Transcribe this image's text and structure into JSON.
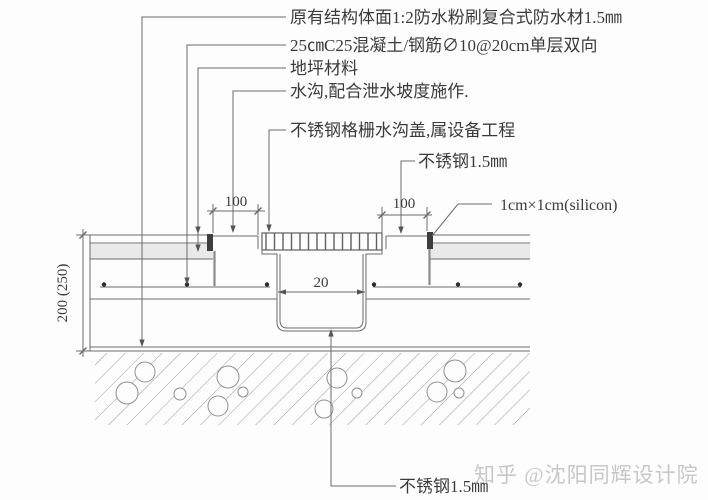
{
  "labels": {
    "waterproof_layer": "原有结构体面1:2防水粉刷复合式防水材1.5㎜",
    "concrete_slab": "25㎝C25混凝土/钢筋∅10@20cm单层双向",
    "floor_material": "地坪材料",
    "water_channel": "水沟,配合泄水坡度施作.",
    "grating_cover": "不锈钢格栅水沟盖,属设备工程",
    "stainless_steel_top": "不锈钢1.5㎜",
    "silicon_seal": "1cm×1cm(silicon)",
    "stainless_steel_bottom": "不锈钢1.5㎜"
  },
  "dimensions": {
    "ledge_left": "100",
    "ledge_right": "100",
    "channel_width": "20",
    "slab_depth": "200 (250)"
  },
  "watermark": {
    "text": "知乎 @沈阳同辉设计院"
  },
  "colors": {
    "line": "#6b6b6b",
    "text": "#3a3a3a",
    "sealant": "#3d3d3d",
    "screed_band": "#e9e9e9",
    "watermark": "#c7c7c7"
  }
}
